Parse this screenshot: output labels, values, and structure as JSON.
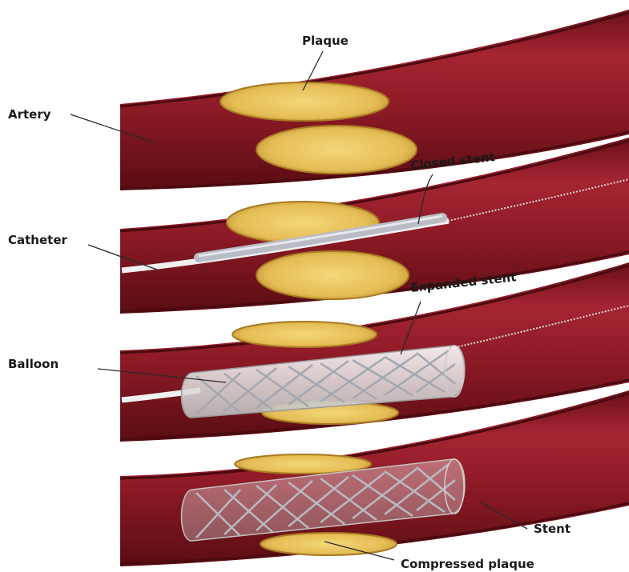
{
  "labels": {
    "plaque": "Plaque",
    "artery": "Artery",
    "closed_stent": "Closed stent",
    "catheter": "Catheter",
    "expanded_stent": "Expanded stent",
    "balloon": "Balloon",
    "stent": "Stent",
    "compressed_plaque": "Compressed plaque"
  },
  "colors": {
    "artery_wall": "#8e1b24",
    "artery_dark": "#5c0d14",
    "artery_lumen": "#b02a35",
    "plaque_fill": "#e7c25a",
    "plaque_edge": "#c99a33",
    "stent_metal": "#b9bcc4",
    "balloon_fill": "#f2f2f2",
    "catheter": "#e8e8e8"
  }
}
